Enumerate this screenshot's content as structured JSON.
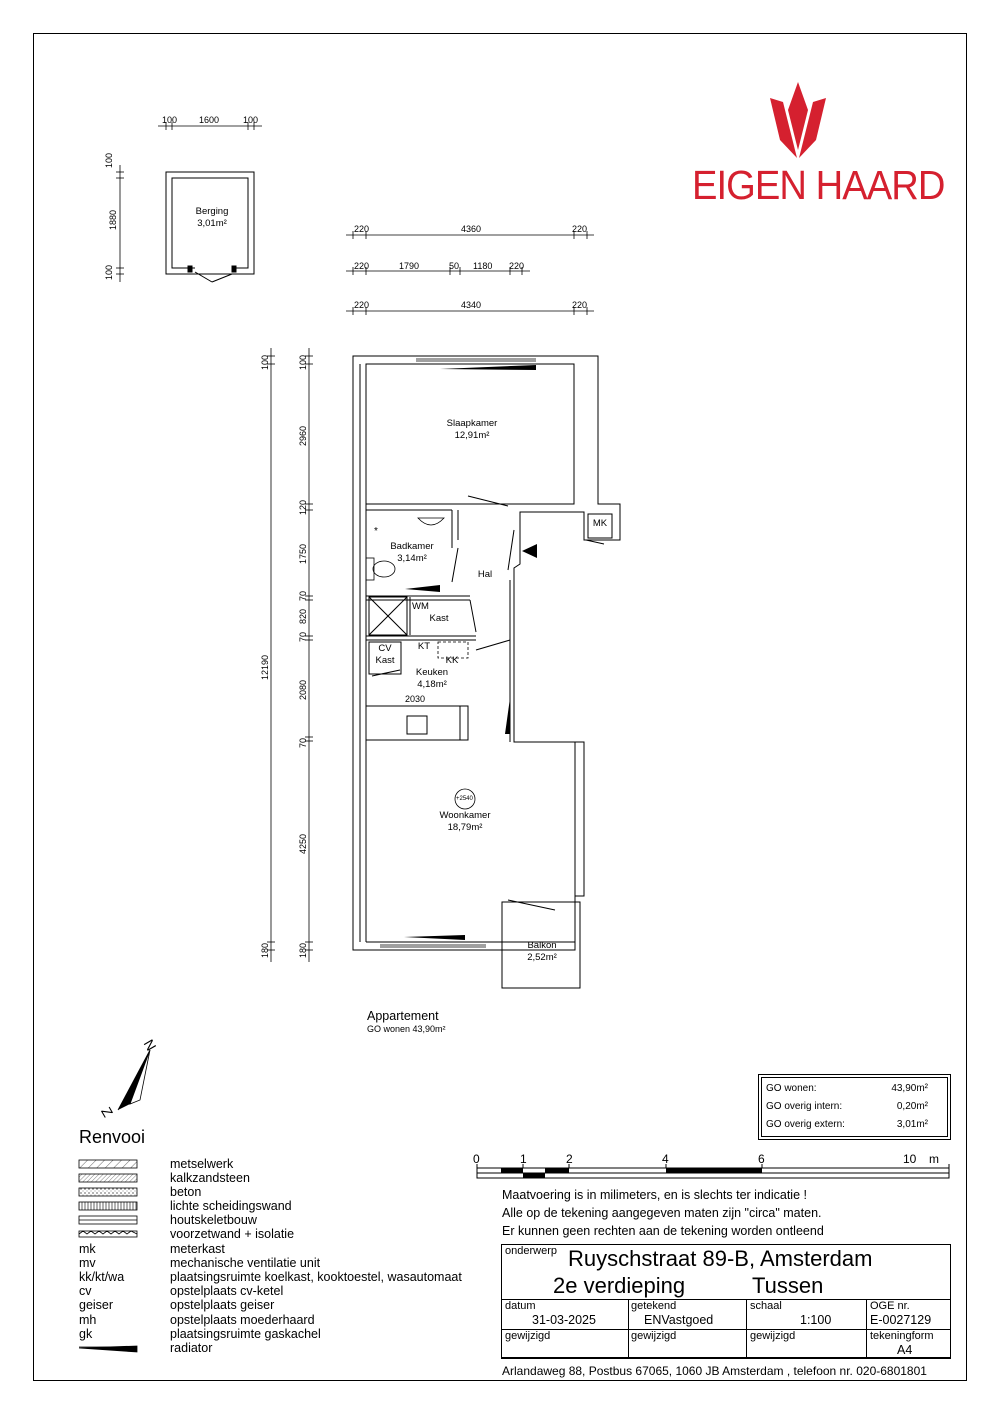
{
  "brand": {
    "name": "EIGEN HAARD",
    "color": "#d5202f"
  },
  "dimensions": {
    "berging_top": [
      "100",
      "1600",
      "100"
    ],
    "berging_side": [
      "100",
      "1880",
      "100"
    ],
    "row1": [
      "220",
      "4360",
      "220"
    ],
    "row2": [
      "220",
      "1790",
      "50",
      "1180",
      "220"
    ],
    "row3": [
      "220",
      "4340",
      "220"
    ],
    "side_outer": [
      "100",
      "12190",
      "180"
    ],
    "side_inner": [
      "100",
      "2960",
      "120",
      "1750",
      "70",
      "820",
      "70",
      "2080",
      "70",
      "4250",
      "180"
    ],
    "kitchen_width": "2030"
  },
  "rooms": {
    "berging": {
      "name": "Berging",
      "area": "3,01m²"
    },
    "slaapkamer": {
      "name": "Slaapkamer",
      "area": "12,91m²"
    },
    "badkamer": {
      "name": "Badkamer",
      "area": "3,14m²"
    },
    "hal": {
      "name": "Hal"
    },
    "mk": "MK",
    "wm_kast": {
      "line1": "WM",
      "line2": "Kast"
    },
    "cv_kast": {
      "line1": "CV",
      "line2": "Kast"
    },
    "kt": "KT",
    "kk": "KK",
    "keuken": {
      "name": "Keuken",
      "area": "4,18m²"
    },
    "woonkamer": {
      "name": "Woonkamer",
      "area": "18,79m²"
    },
    "balkon": {
      "name": "Balkon",
      "area": "2,52m²"
    },
    "level_marker": "+2540"
  },
  "appartement": {
    "title": "Appartement",
    "go": "GO wonen 43,90m²"
  },
  "compass": {
    "n": "N",
    "z": "Z"
  },
  "go_table": [
    {
      "label": "GO wonen:",
      "value": "43,90m²"
    },
    {
      "label": "GO overig intern:",
      "value": "0,20m²"
    },
    {
      "label": "GO overig extern:",
      "value": "3,01m²"
    }
  ],
  "renvooi": {
    "title": "Renvooi",
    "items": [
      {
        "code": "",
        "symbol": "metselwerk",
        "desc": "metselwerk"
      },
      {
        "code": "",
        "symbol": "kalkzandsteen",
        "desc": "kalkzandsteen"
      },
      {
        "code": "",
        "symbol": "beton",
        "desc": "beton"
      },
      {
        "code": "",
        "symbol": "lichte",
        "desc": "lichte scheidingswand"
      },
      {
        "code": "",
        "symbol": "houtskelet",
        "desc": "houtskeletbouw"
      },
      {
        "code": "",
        "symbol": "voorzet",
        "desc": "voorzetwand + isolatie"
      },
      {
        "code": "mk",
        "symbol": "",
        "desc": "meterkast"
      },
      {
        "code": "mv",
        "symbol": "",
        "desc": "mechanische ventilatie unit"
      },
      {
        "code": "kk/kt/wa",
        "symbol": "",
        "desc": "plaatsingsruimte koelkast, kooktoestel, wasautomaat"
      },
      {
        "code": "cv",
        "symbol": "",
        "desc": "opstelplaats cv-ketel"
      },
      {
        "code": "geiser",
        "symbol": "",
        "desc": "opstelplaats geiser"
      },
      {
        "code": "mh",
        "symbol": "",
        "desc": "opstelplaats moederhaard"
      },
      {
        "code": "gk",
        "symbol": "",
        "desc": "plaatsingsruimte gaskachel"
      },
      {
        "code": "",
        "symbol": "radiator",
        "desc": "radiator"
      }
    ]
  },
  "scale_bar": {
    "labels": [
      "0",
      "1",
      "2",
      "4",
      "6",
      "10",
      "m"
    ]
  },
  "notes": [
    "Maatvoering is in milimeters, en is slechts ter indicatie !",
    "Alle op de tekening aangegeven maten zijn \"circa\" maten.",
    "Er kunnen geen rechten aan de tekening worden ontleend"
  ],
  "title_block": {
    "onderwerp_label": "onderwerp",
    "address": "Ruyschstraat 89-B, Amsterdam",
    "floor": "2e verdieping",
    "type": "Tussen",
    "datum_label": "datum",
    "datum": "31-03-2025",
    "getekend_label": "getekend",
    "getekend": "ENVastgoed",
    "schaal_label": "schaal",
    "schaal": "1:100",
    "oge_label": "OGE nr.",
    "oge": "E-0027129",
    "gewijzigd1": "gewijzigd",
    "gewijzigd2": "gewijzigd",
    "gewijzigd3": "gewijzigd",
    "tekeningform_label": "tekeningform",
    "tekeningform": "A4"
  },
  "footer_address": "Arlandaweg 88, Postbus 67065, 1060 JB Amsterdam , telefoon nr. 020-6801801"
}
